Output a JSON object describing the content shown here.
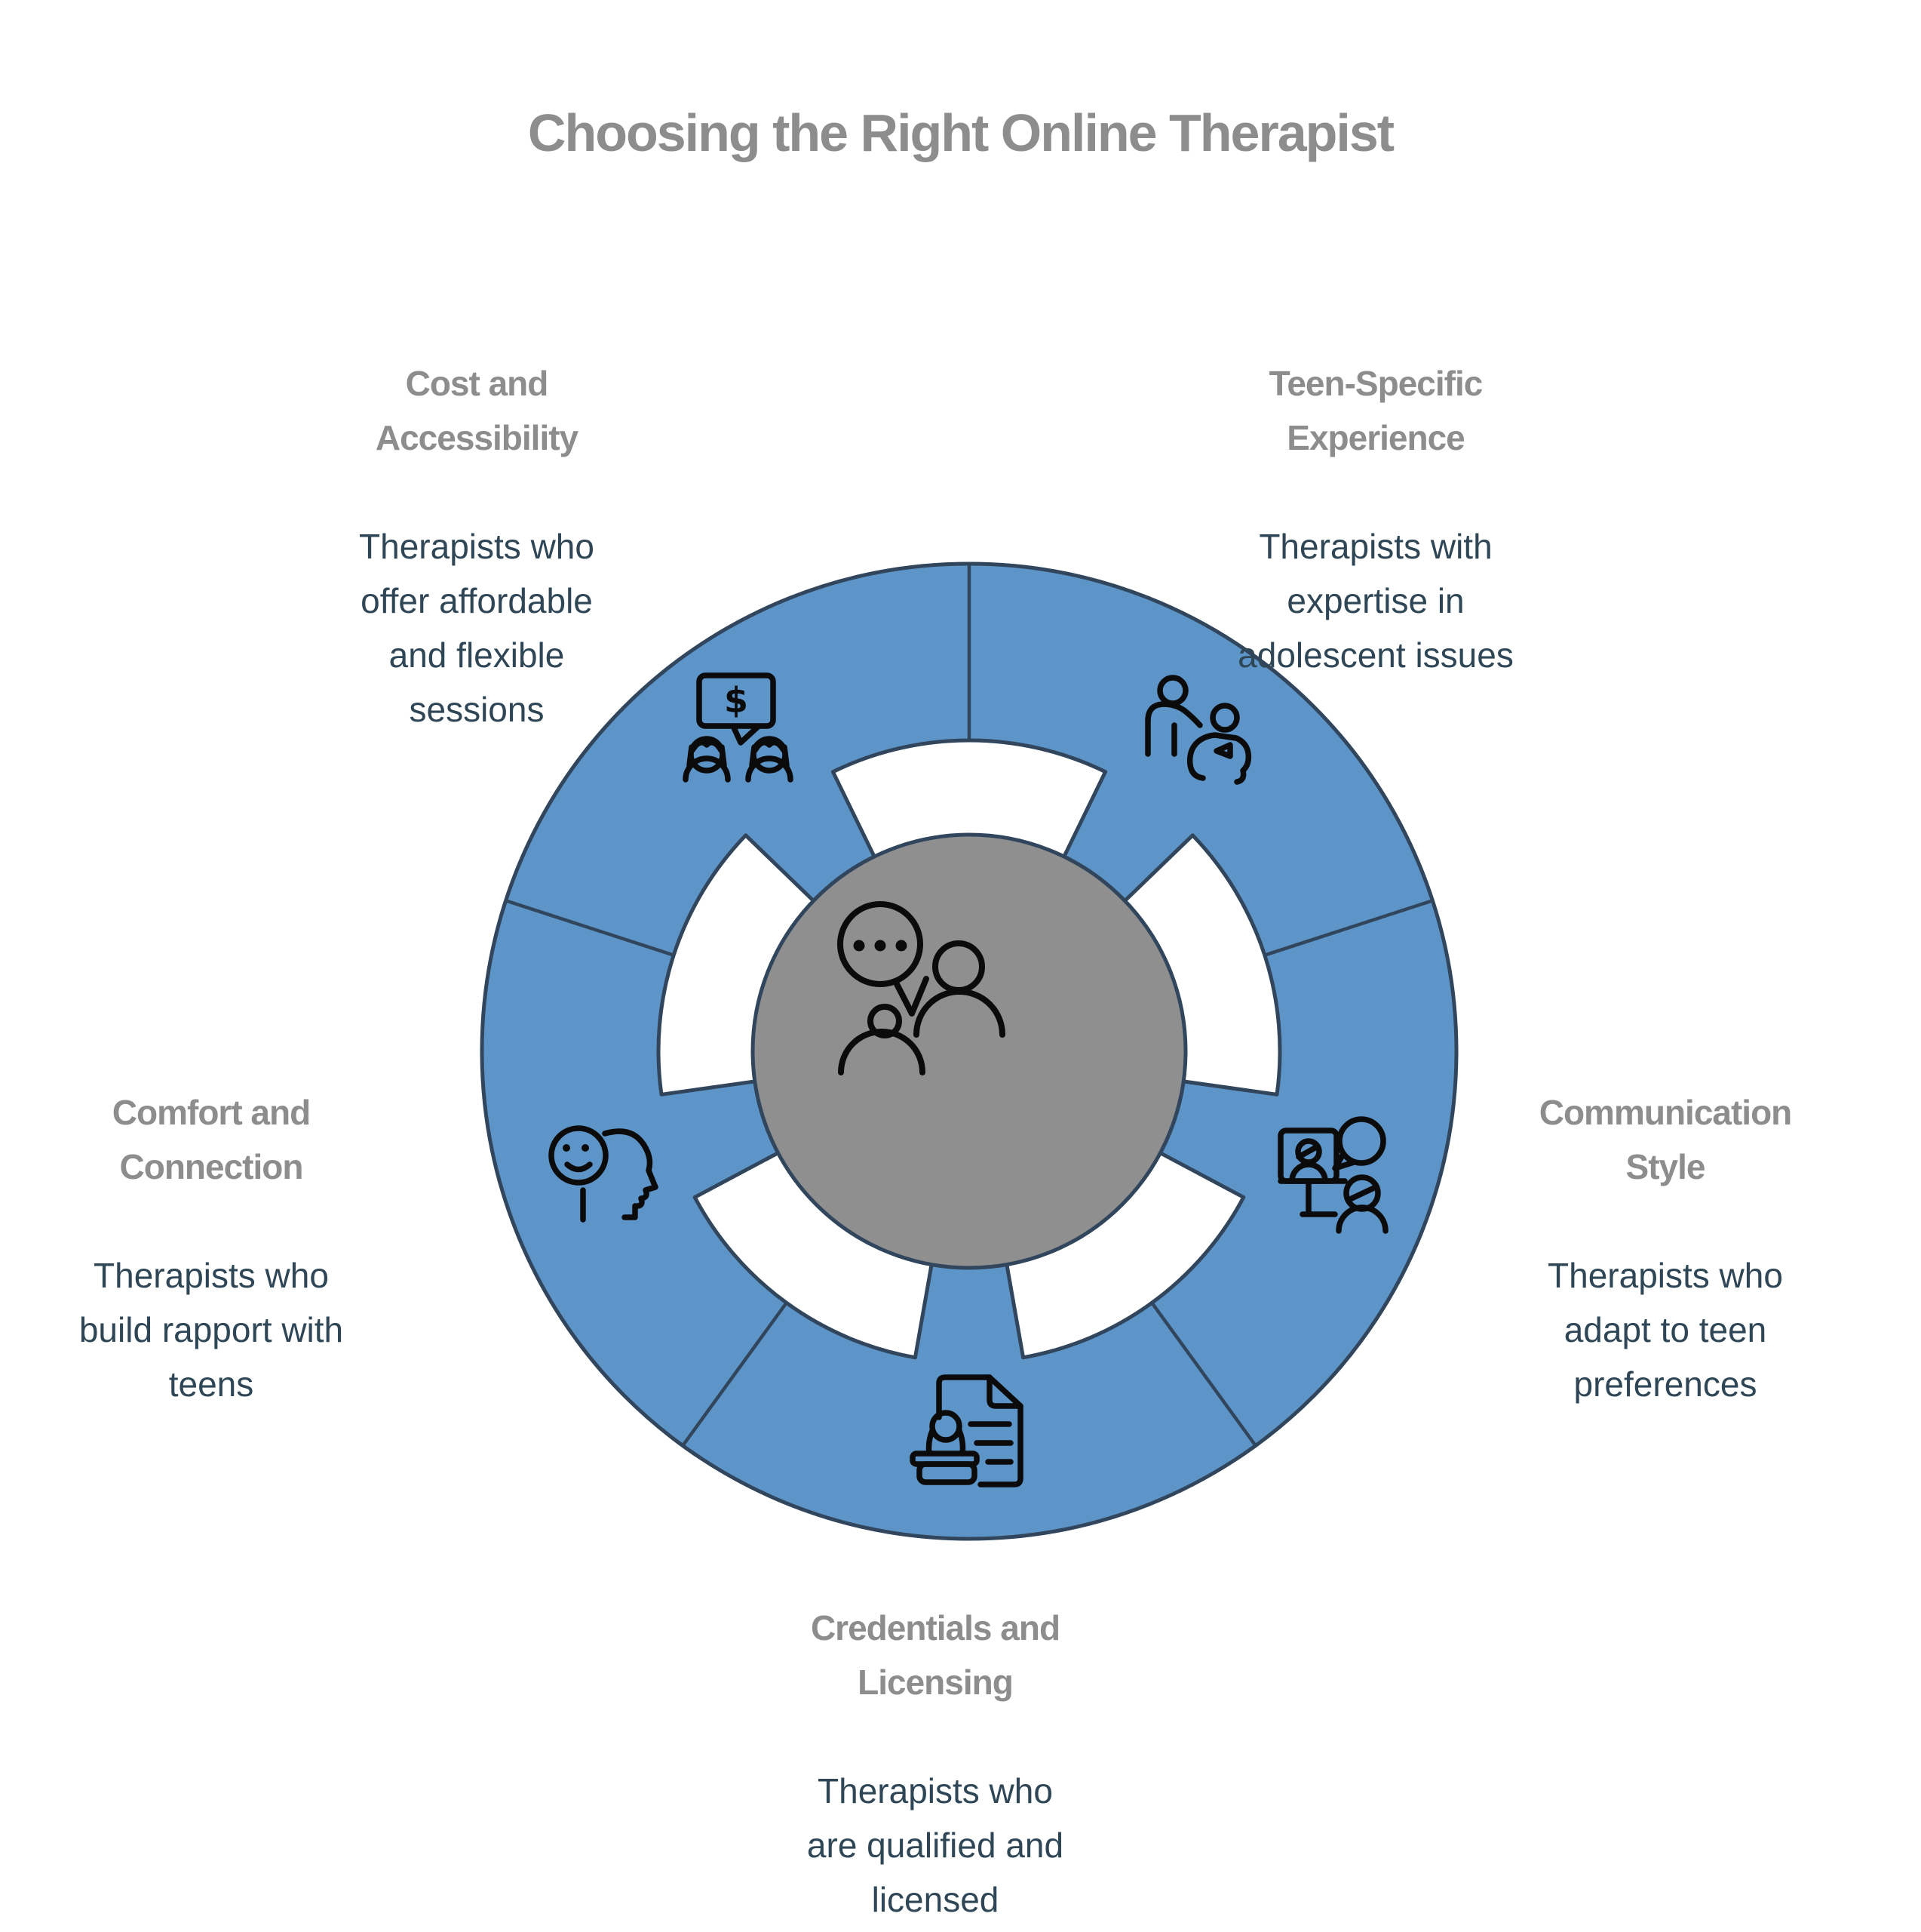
{
  "title": "Choosing the Right Online Therapist",
  "center": {
    "icon": "conversation-people-icon"
  },
  "colors": {
    "ring_blue": "#5e95c8",
    "outline": "#31465c",
    "hub_gray": "#8f8f8f",
    "heading_gray": "#8d8d8d",
    "body_text": "#2e4656",
    "icon_black": "#0b0b0b",
    "background": "#ffffff"
  },
  "segments": [
    {
      "id": "cost",
      "heading": "Cost and\nAccessibility",
      "body": "Therapists who\noffer affordable\nand flexible\nsessions",
      "icon": "payment-discussion-icon",
      "position": "upper-left"
    },
    {
      "id": "teen",
      "heading": "Teen-Specific\nExperience",
      "body": "Therapists with\nexpertise in\nadolescent issues",
      "icon": "mentor-teen-icon",
      "position": "upper-right"
    },
    {
      "id": "communication",
      "heading": "Communication\nStyle",
      "body": "Therapists who\nadapt to teen\npreferences",
      "icon": "video-chat-icon",
      "position": "right"
    },
    {
      "id": "credentials",
      "heading": "Credentials and\nLicensing",
      "body": "Therapists who\nare qualified and\nlicensed",
      "icon": "stamp-document-icon",
      "position": "bottom"
    },
    {
      "id": "comfort",
      "heading": "Comfort and\nConnection",
      "body": "Therapists who\nbuild rapport with\nteens",
      "icon": "smiley-head-profile-icon",
      "position": "left"
    }
  ],
  "dollar_glyph": "$"
}
